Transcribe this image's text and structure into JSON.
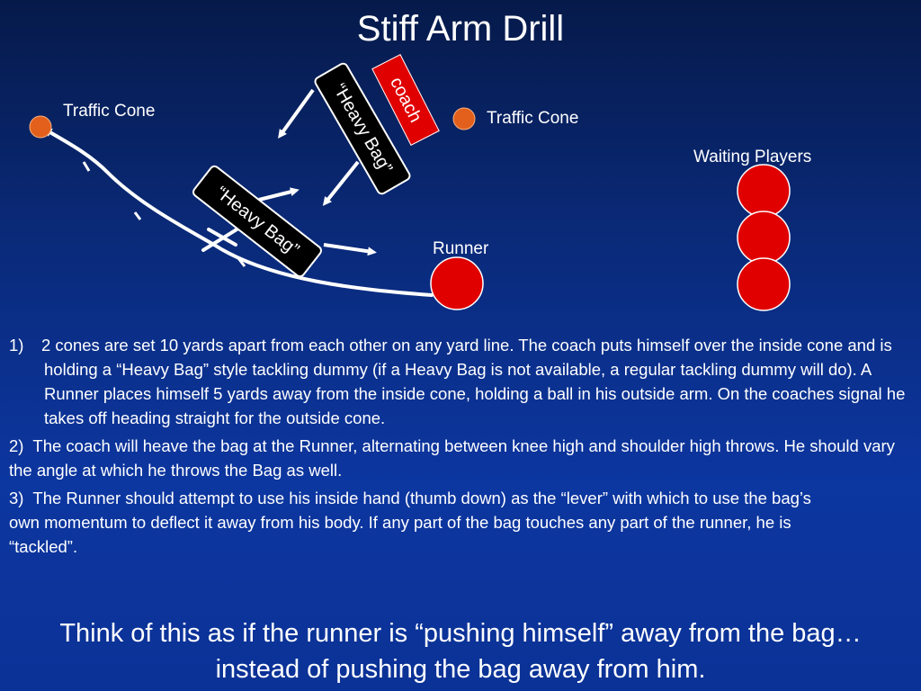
{
  "slide": {
    "title": "Stiff Arm Drill"
  },
  "diagram": {
    "cone_left_label": "Traffic Cone",
    "cone_right_label": "Traffic Cone",
    "waiting_label": "Waiting Players",
    "runner_label": "Runner",
    "coach_label": "coach",
    "bag_top_label": "“Heavy Bag”",
    "bag_bottom_label": "“Heavy Bag”",
    "colors": {
      "cone": "#e2601c",
      "player": "#e00000",
      "coach": "#e00000",
      "bag": "#000000",
      "lines": "#ffffff"
    }
  },
  "instructions": [
    {
      "number": "1)",
      "text": "2 cones are set 10 yards apart from each other on any yard line. The coach puts himself over the inside cone and is holding a “Heavy Bag” style tackling dummy (if a Heavy Bag is not available, a regular tackling dummy will do). A Runner places himself 5 yards away from the inside cone, holding a ball in his outside arm. On the coaches signal he takes off heading straight for the outside cone."
    },
    {
      "number": "2)",
      "text": "The coach will heave the bag at the Runner, alternating between knee high and shoulder high throws. He should vary the angle at which he throws the Bag as well."
    },
    {
      "number": "3)",
      "text": "The Runner should attempt to use his inside hand (thumb down) as the “lever” with which to use the bag’s own momentum to deflect it away from his body.  If any part of the bag touches any part of the runner, he is “tackled”."
    }
  ],
  "callout": "Think of this as if the runner is “pushing himself” away from the bag… instead of pushing the bag away from him."
}
